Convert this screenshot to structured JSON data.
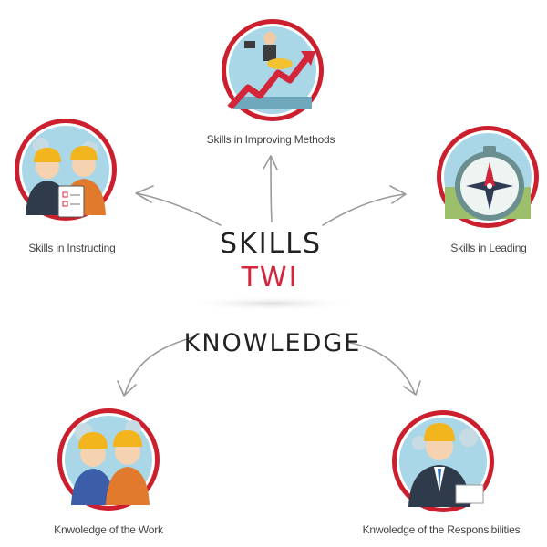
{
  "center": {
    "skills": "SKILLS",
    "twi": "TWI",
    "knowledge": "KNOWLEDGE"
  },
  "nodes": {
    "improving_methods": "Skills in Improving Methods",
    "instructing": "Skills in Instructing",
    "leading": "Skills in Leading",
    "work": "Knwoledge of the Work",
    "responsibilities": "Knwoledge of the Responsibilities"
  },
  "colors": {
    "accent": "#d3263a",
    "ring": "#cc1f2d",
    "arrow": "#9a9a9a",
    "text": "#444444",
    "disc": "#a9d7e8"
  },
  "icons": {
    "improving_methods": "growth-chart-icon",
    "instructing": "instructor-workers-icon",
    "leading": "compass-icon",
    "work": "workers-icon",
    "responsibilities": "manager-icon"
  }
}
